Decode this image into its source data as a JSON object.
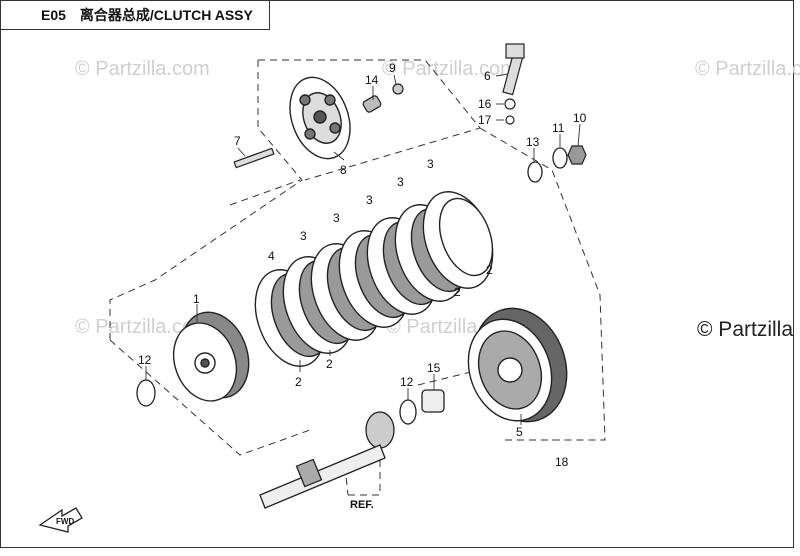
{
  "header": {
    "code": "E05",
    "title": "离合器总成/CLUTCH ASSY"
  },
  "watermarks": [
    "© Partzilla.com",
    "© Partzilla.com",
    "© Partzilla.com",
    "© Partzilla.com",
    "© Partzilla.com"
  ],
  "watermark_dark": "© Partzilla",
  "callouts": {
    "c1": "1",
    "c2a": "2",
    "c2b": "2",
    "c2c": "2",
    "c2d": "2",
    "c3a": "3",
    "c3b": "3",
    "c3c": "3",
    "c3d": "3",
    "c3e": "3",
    "c4": "4",
    "c5": "5",
    "c6": "6",
    "c7": "7",
    "c8": "8",
    "c9": "9",
    "c10": "10",
    "c11": "11",
    "c12a": "12",
    "c12b": "12",
    "c13": "13",
    "c14": "14",
    "c15": "15",
    "c16": "16",
    "c17": "17",
    "c18": "18"
  },
  "ref_label": "REF.",
  "fwd_label": "FWD"
}
